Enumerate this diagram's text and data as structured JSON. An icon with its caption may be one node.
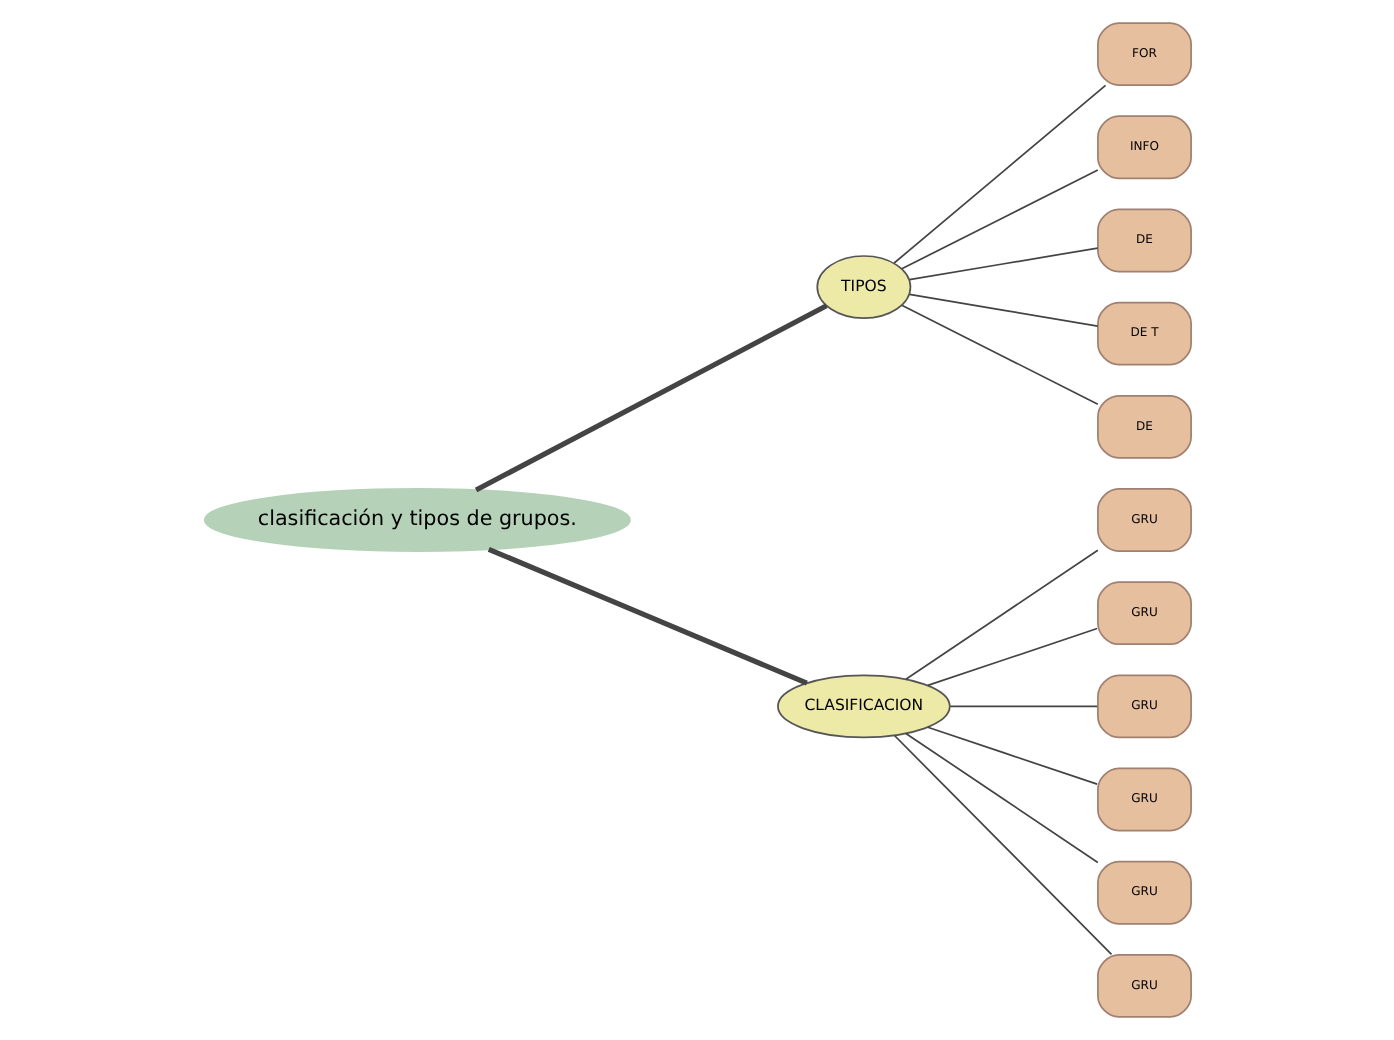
{
  "diagram": {
    "nodes": [
      {
        "text": [
          "clasificación y tipos de grupos."
        ]
      },
      {
        "text": [
          "TIPOS"
        ]
      },
      {
        "text": [
          "CLASIFICACION"
        ]
      },
      {
        "text": [
          "FOR"
        ]
      },
      {
        "text": [
          "INFO"
        ]
      },
      {
        "text": [
          "DE"
        ]
      },
      {
        "text": [
          "DE T"
        ]
      },
      {
        "text": [
          "DE"
        ]
      },
      {
        "text": [
          "GRU"
        ]
      },
      {
        "text": [
          "GRU"
        ]
      },
      {
        "text": [
          "GRU"
        ]
      },
      {
        "text": [
          "GRU"
        ]
      },
      {
        "text": [
          "GRU"
        ]
      },
      {
        "text": [
          "GRU"
        ]
      }
    ],
    "edges": [
      {
        "from": 0,
        "to": 1,
        "arrow": "none",
        "style": "thick"
      },
      {
        "from": 0,
        "to": 2,
        "arrow": "none",
        "style": "thick"
      },
      {
        "from": 1,
        "to": 3,
        "arrow": "none"
      },
      {
        "from": 1,
        "to": 4,
        "arrow": "none"
      },
      {
        "from": 1,
        "to": 5,
        "arrow": "none"
      },
      {
        "from": 1,
        "to": 6,
        "arrow": "none"
      },
      {
        "from": 1,
        "to": 7,
        "arrow": "none"
      },
      {
        "from": 2,
        "to": 8,
        "arrow": "none"
      },
      {
        "from": 2,
        "to": 9,
        "arrow": "none"
      },
      {
        "from": 2,
        "to": 10,
        "arrow": "none"
      },
      {
        "from": 2,
        "to": 11,
        "arrow": "none"
      },
      {
        "from": 2,
        "to": 12,
        "arrow": "none"
      },
      {
        "from": 2,
        "to": 13,
        "arrow": "none"
      }
    ]
  }
}
